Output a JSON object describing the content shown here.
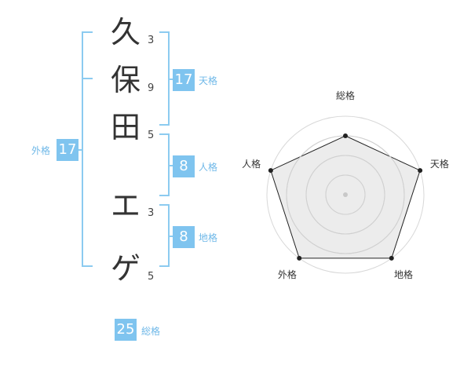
{
  "name": {
    "chars": [
      {
        "char": "久",
        "strokes": "3"
      },
      {
        "char": "保",
        "strokes": "9"
      },
      {
        "char": "田",
        "strokes": "5"
      },
      {
        "char": "エ",
        "strokes": "3"
      },
      {
        "char": "ゲ",
        "strokes": "5"
      }
    ]
  },
  "kaku": {
    "tenkaku": {
      "value": "17",
      "label": "天格"
    },
    "jinkaku": {
      "value": "8",
      "label": "人格"
    },
    "chikaku": {
      "value": "8",
      "label": "地格"
    },
    "gaikaku": {
      "value": "17",
      "label": "外格"
    },
    "soukaku": {
      "value": "25",
      "label": "総格"
    }
  },
  "colors": {
    "accent": "#7fc4ef",
    "text": "#333333"
  },
  "chart_data": {
    "type": "radar",
    "axes": [
      "総格",
      "天格",
      "地格",
      "外格",
      "人格"
    ],
    "rings": 4,
    "max": 4,
    "values": [
      3,
      4,
      4,
      4,
      4
    ]
  }
}
